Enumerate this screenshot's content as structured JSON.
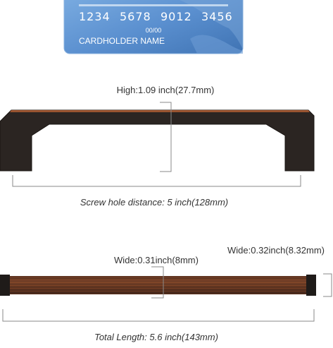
{
  "card": {
    "number_groups": [
      "1234",
      "5678",
      "9012",
      "3456"
    ],
    "expiry": "00/00",
    "holder": "CARDHOLDER NAME"
  },
  "dimensions": {
    "height_label": "High:1.09 inch(27.7mm)",
    "screw_hole_label": "Screw hole distance:  5 inch(128mm)",
    "wide_bar_label": "Wide:0.31inch(8mm)",
    "wide_foot_label": "Wide:0.32inch(8.32mm)",
    "total_length_label": "Total Length: 5.6 inch(143mm)"
  },
  "colors": {
    "card_blue": "#5a8fcf",
    "card_blue_dark": "#3d6fae",
    "handle_dark": "#2a2522",
    "handle_bronze": "#8a4a2a",
    "dimension_line": "#8a8a8a",
    "label_text": "#333333"
  }
}
